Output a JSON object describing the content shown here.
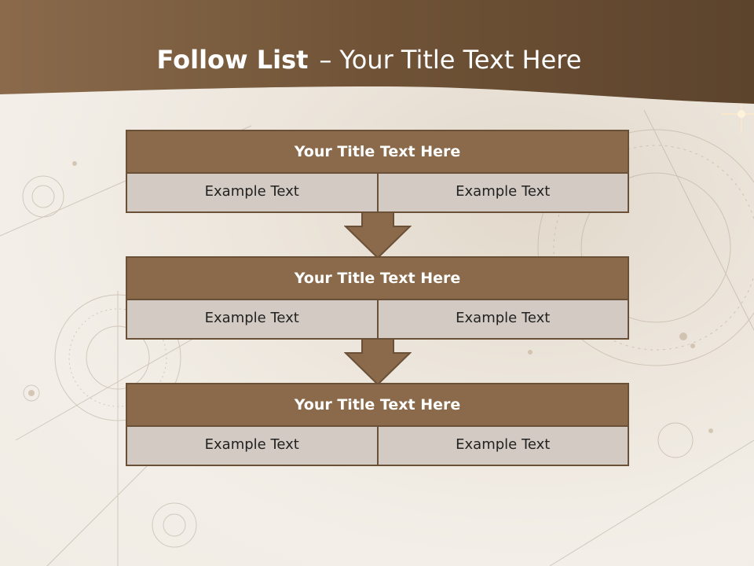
{
  "slide": {
    "title_bold": "Follow List",
    "title_dash": "–",
    "title_rest": "Your Title Text Here"
  },
  "blocks": [
    {
      "title": "Your Title Text Here",
      "cells": [
        "Example Text",
        "Example Text"
      ]
    },
    {
      "title": "Your Title Text Here",
      "cells": [
        "Example Text",
        "Example Text"
      ]
    },
    {
      "title": "Your Title Text Here",
      "cells": [
        "Example Text",
        "Example Text"
      ]
    }
  ],
  "colors": {
    "header_band": "#7a5c3e",
    "title_fill": "#8a6a4a",
    "cell_fill": "#d3cbc3",
    "border": "#6b5038",
    "arrow": "#8a6a4a"
  }
}
